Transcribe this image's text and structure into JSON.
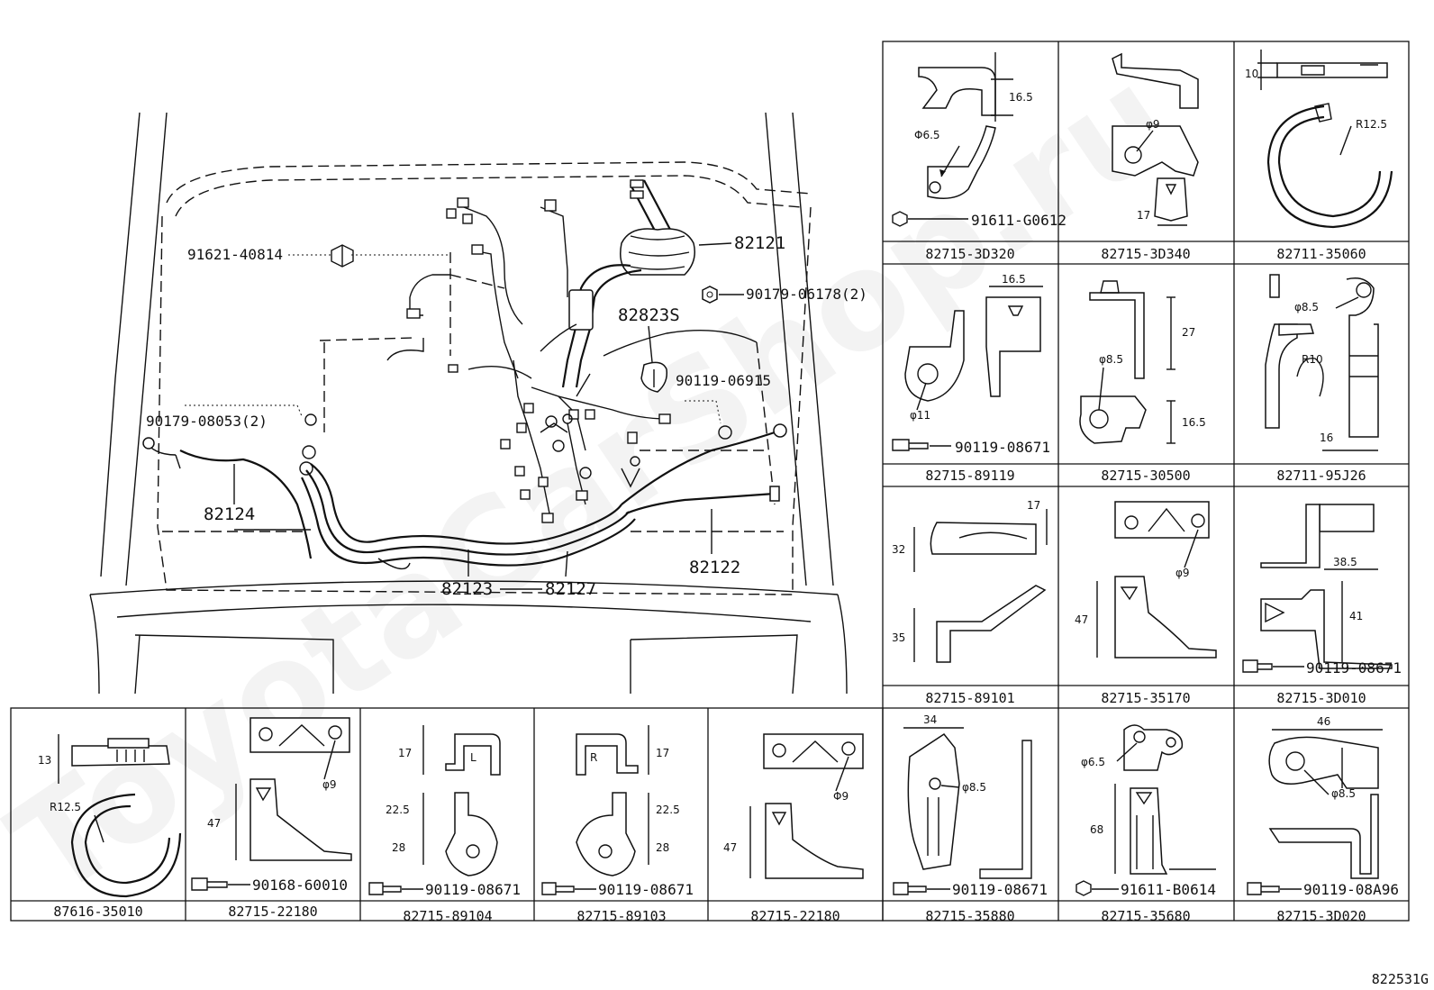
{
  "watermark": "ToyotaCarShop.ru",
  "figure_code": "822531G",
  "harness_labels": {
    "p82121": "82121",
    "p82823S": "82823S",
    "p82124": "82124",
    "p82123": "82123",
    "p82127": "82127",
    "p82122": "82122",
    "b91621": "91621-40814",
    "n90179_06178": "90179-06178(2)",
    "b90119_06915": "90119-06915",
    "n90179_08053": "90179-08053(2)"
  },
  "cells": [
    {
      "caption": "82715-3D320",
      "fastener": "91611-G0612",
      "dims": [
        "16.5",
        "Φ6.5"
      ]
    },
    {
      "caption": "82715-3D340",
      "dims": [
        "φ9",
        "17"
      ]
    },
    {
      "caption": "82711-35060",
      "dims": [
        "10",
        "R12.5"
      ]
    },
    {
      "caption": "82715-89119",
      "fastener": "90119-08671",
      "dims": [
        "16.5",
        "φ11"
      ]
    },
    {
      "caption": "82715-30500",
      "dims": [
        "27",
        "φ8.5",
        "16.5"
      ]
    },
    {
      "caption": "82711-95J26",
      "dims": [
        "φ8.5",
        "R10",
        "16"
      ]
    },
    {
      "caption": "82715-89101",
      "dims": [
        "17",
        "32",
        "35"
      ]
    },
    {
      "caption": "82715-35170",
      "dims": [
        "φ9",
        "47"
      ]
    },
    {
      "caption": "82715-3D010",
      "fastener": "90119-08671",
      "dims": [
        "38.5",
        "41"
      ]
    },
    {
      "caption": "87616-35010",
      "dims": [
        "13",
        "R12.5"
      ]
    },
    {
      "caption": "82715-22180",
      "fastener": "90168-60010",
      "dims": [
        "φ9",
        "47"
      ]
    },
    {
      "caption": "82715-89104",
      "fastener": "90119-08671",
      "dims": [
        "17",
        "L",
        "22.5",
        "28"
      ]
    },
    {
      "caption": "82715-89103",
      "fastener": "90119-08671",
      "dims": [
        "R",
        "17",
        "22.5",
        "28"
      ]
    },
    {
      "caption": "82715-22180",
      "dims": [
        "Φ9",
        "47"
      ]
    },
    {
      "caption": "82715-35880",
      "fastener": "90119-08671",
      "dims": [
        "34",
        "φ8.5"
      ]
    },
    {
      "caption": "82715-35680",
      "fastener": "91611-B0614",
      "dims": [
        "φ6.5",
        "68"
      ]
    },
    {
      "caption": "82715-3D020",
      "fastener": "90119-08A96",
      "dims": [
        "46",
        "φ8.5"
      ]
    }
  ]
}
